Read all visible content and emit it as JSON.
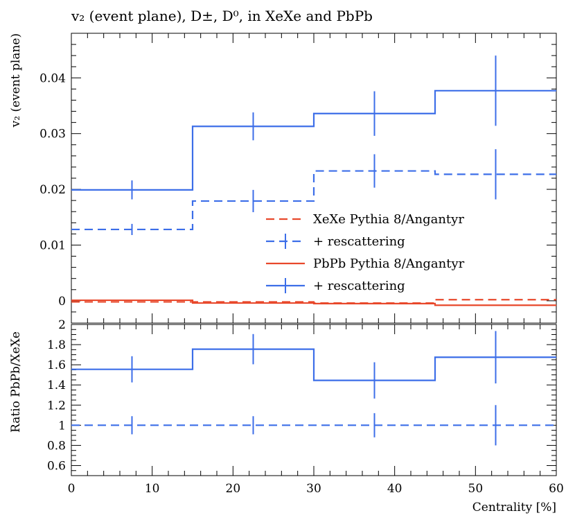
{
  "chart_data": {
    "type": "line",
    "title": "v₂ (event plane), D±, D⁰, in XeXe and PbPb",
    "xlabel": "Centrality [%]",
    "xlim": [
      0,
      60
    ],
    "x_ticks": [
      0,
      10,
      20,
      30,
      40,
      50,
      60
    ],
    "bins": [
      [
        0,
        15
      ],
      [
        15,
        30
      ],
      [
        30,
        45
      ],
      [
        45,
        60
      ]
    ],
    "main": {
      "ylabel": "v₂ (event plane)",
      "ylim": [
        -0.004,
        0.048
      ],
      "y_ticks": [
        0,
        0.01,
        0.02,
        0.03,
        0.04
      ],
      "series": [
        {
          "name": "XeXe Pythia 8/Angantyr",
          "color": "#e8482b",
          "style": "dashed",
          "values": [
            -0.0002,
            -0.0002,
            -0.0004,
            0.0002
          ],
          "errors": [
            0,
            0,
            0,
            0
          ]
        },
        {
          "name": "+ rescattering",
          "color": "#3c6ee8",
          "style": "dashed",
          "values": [
            0.0128,
            0.0179,
            0.0233,
            0.0227
          ],
          "errors": [
            0.001,
            0.002,
            0.003,
            0.0045
          ]
        },
        {
          "name": "PbPb Pythia 8/Angantyr",
          "color": "#e8482b",
          "style": "solid",
          "values": [
            0.0001,
            -0.0004,
            -0.0005,
            -0.0008
          ],
          "errors": [
            0,
            0,
            0,
            0
          ]
        },
        {
          "name": "+ rescattering",
          "color": "#3c6ee8",
          "style": "solid",
          "values": [
            0.0199,
            0.0313,
            0.0336,
            0.0377
          ],
          "errors": [
            0.0017,
            0.0025,
            0.004,
            0.0063
          ]
        }
      ]
    },
    "ratio": {
      "ylabel": "Ratio PbPb/XeXe",
      "ylim": [
        0.5,
        2.0
      ],
      "y_ticks": [
        0.6,
        0.8,
        1,
        1.2,
        1.4,
        1.6,
        1.8,
        2
      ],
      "series": [
        {
          "style": "dashed",
          "color": "#3c6ee8",
          "values": [
            1.0,
            1.0,
            1.0,
            1.0
          ],
          "errors": [
            0.09,
            0.09,
            0.12,
            0.2
          ]
        },
        {
          "style": "solid",
          "color": "#3c6ee8",
          "values": [
            1.555,
            1.755,
            1.445,
            1.675
          ],
          "errors": [
            0.13,
            0.15,
            0.18,
            0.26
          ]
        }
      ]
    },
    "legend_position": "center-right"
  }
}
